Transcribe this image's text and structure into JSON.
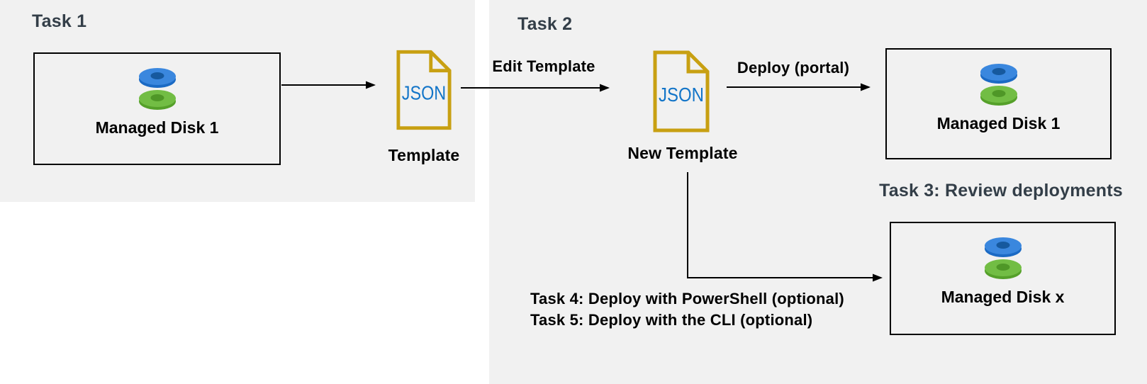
{
  "colors": {
    "panel_background": "#f1f1f1",
    "heading_text": "#333e48",
    "body_text": "#000000",
    "file_outline_gold": "#c8a012",
    "json_text_blue": "#1375c8",
    "disk_blue_top": "#3a87de",
    "disk_blue_rim": "#1b6ac4",
    "disk_blue_hole": "#16599e",
    "disk_green_top": "#72bd44",
    "disk_green_rim": "#55a02a",
    "disk_green_hole": "#4f9727",
    "arrow": "#000000"
  },
  "headings": {
    "task1": "Task 1",
    "task2": "Task 2",
    "task3": "Task 3: Review deployments",
    "task4": "Task 4: Deploy with PowerShell (optional)",
    "task5": "Task 5: Deploy with the CLI (optional)"
  },
  "nodes": {
    "disk1_left": {
      "label": "Managed Disk 1"
    },
    "template": {
      "file_text": "JSON",
      "label": "Template"
    },
    "new_template": {
      "file_text": "JSON",
      "label": "New Template"
    },
    "disk1_right": {
      "label": "Managed Disk 1"
    },
    "disk_x": {
      "label": "Managed Disk x"
    }
  },
  "arrows": {
    "edit_template_label": "Edit Template",
    "deploy_portal_label": "Deploy (portal)"
  }
}
